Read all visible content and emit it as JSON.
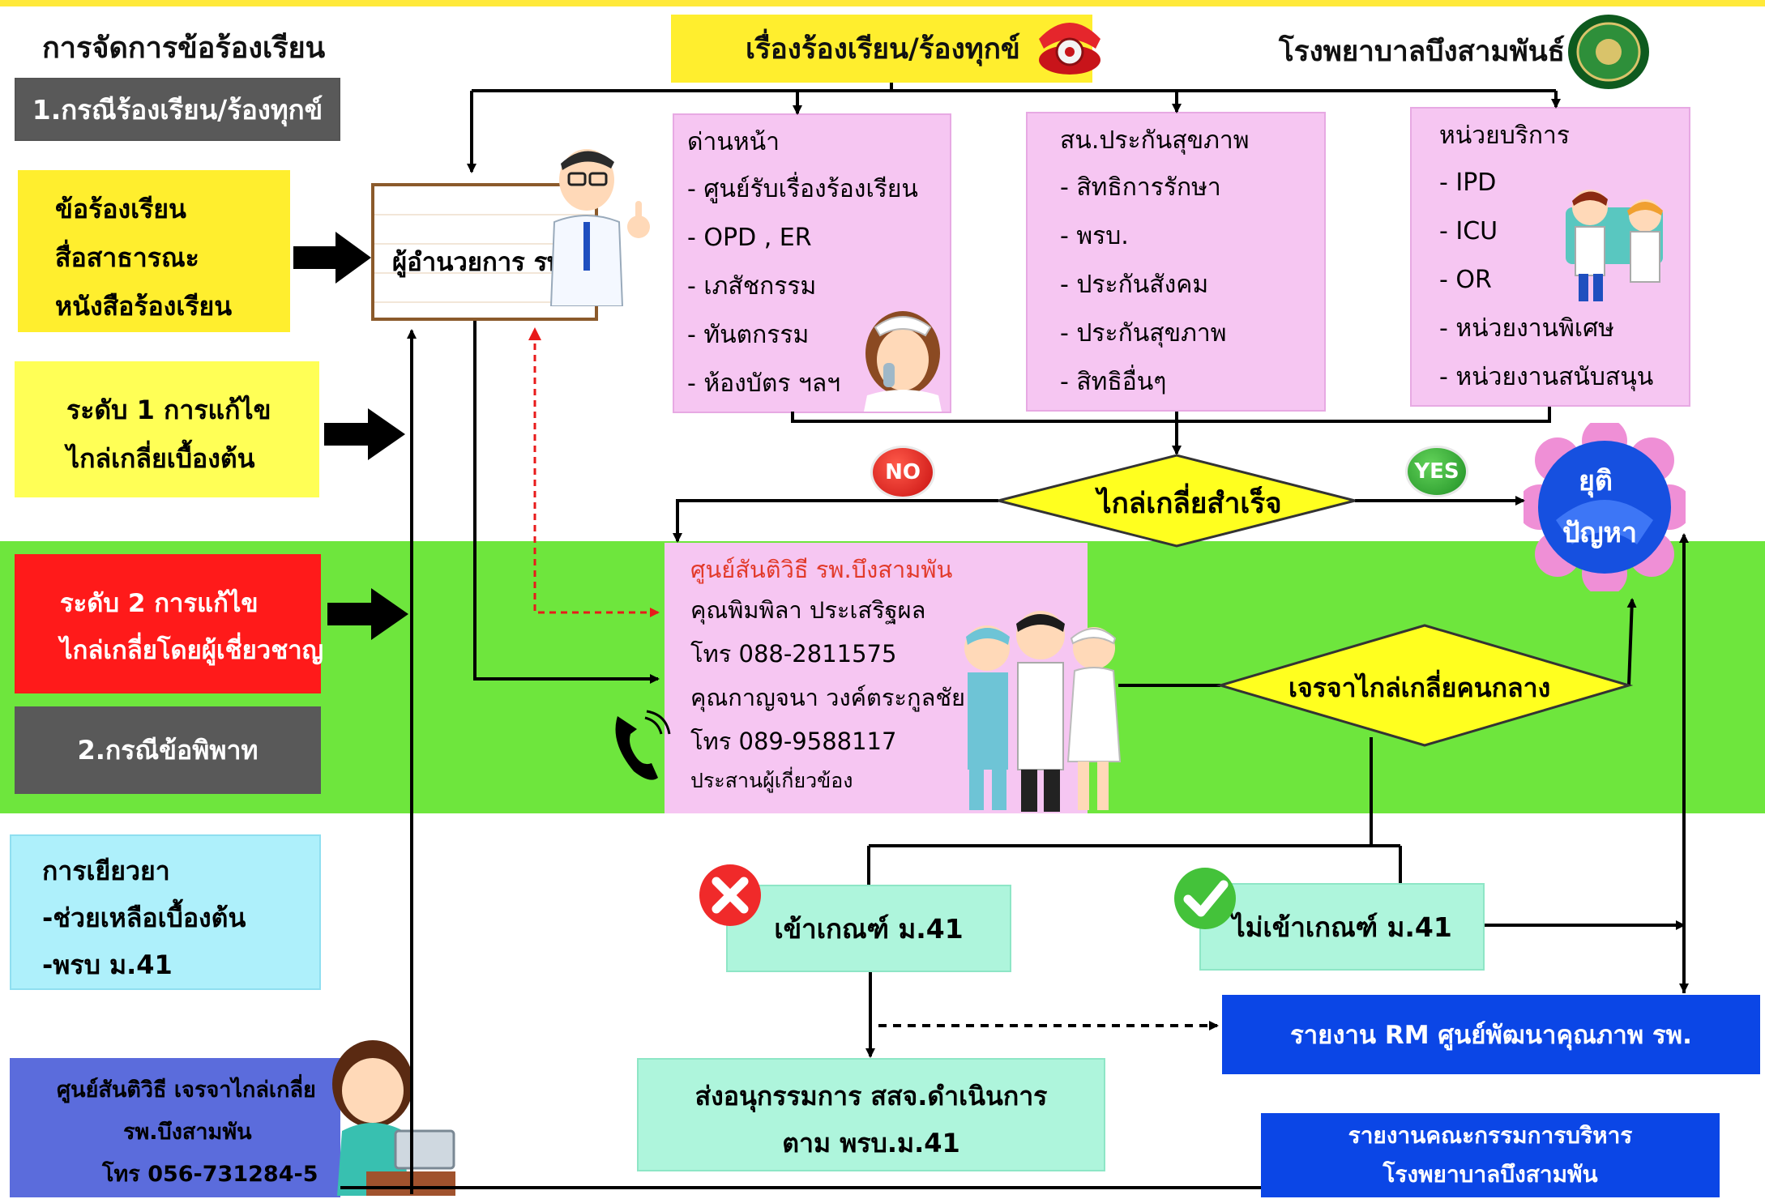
{
  "header": {
    "title": "การจัดการข้อร้องเรียน",
    "case1": "1.กรณีร้องเรียน/ร้องทุกข์",
    "topic": "เรื่องร้องเรียน/ร้องทุกข์",
    "hospital": "โรงพยาบาลบึงสามพันธ์"
  },
  "left": {
    "sources": [
      "ข้อร้องเรียน",
      "สื่อสาธารณะ",
      "หนังสือร้องเรียน"
    ],
    "level1": [
      "ระดับ 1 การแก้ไข",
      "ไกล่เกลี่ยเบื้องต้น"
    ],
    "level2": [
      "ระดับ 2 การแก้ไข",
      "ไกล่เกลี่ยโดยผู้เชี่ยวชาญ"
    ],
    "case2": "2.กรณีข้อพิพาท",
    "remedy": [
      "การเยียวยา",
      "-ช่วยเหลือเบื้องต้น",
      "-พรบ ม.41"
    ],
    "center": [
      "ศูนย์สันติวิธี เจรจาไกล่เกลี่ย",
      "รพ.บึงสามพัน",
      "โทร 056-731284-5"
    ]
  },
  "director": "ผู้อำนวยการ รพ.",
  "columns": [
    {
      "title": "ด่านหน้า",
      "items": [
        "- ศูนย์รับเรื่องร้องเรียน",
        "- OPD , ER",
        "- เภสัชกรรม",
        "- ทันตกรรม",
        "- ห้องบัตร ฯลฯ"
      ]
    },
    {
      "title": "สน.ประกันสุขภาพ",
      "items": [
        "- สิทธิการรักษา",
        "- พรบ.",
        "- ประกันสังคม",
        "- ประกันสุขภาพ",
        "- สิทธิอื่นๆ"
      ]
    },
    {
      "title": "หน่วยบริการ",
      "items": [
        "- IPD",
        "- ICU",
        "- OR",
        "- หน่วยงานพิเศษ",
        "- หน่วยงานสนับสนุน"
      ]
    }
  ],
  "decision": {
    "success": "ไกล่เกลี่ยสำเร็จ",
    "no": "NO",
    "yes": "YES",
    "resolve": [
      "ยุติ",
      "ปัญหา"
    ]
  },
  "peace_center": {
    "title": "ศูนย์สันติวิธี รพ.บึงสามพัน",
    "lines": [
      "คุณพิมพิลา ประเสริฐผล",
      "โทร 088-2811575",
      "คุณกาญจนา วงค์ตระกูลชัย",
      "โทร 089-9588117"
    ],
    "coord": "ประสานผู้เกี่ยวข้อง"
  },
  "mediation": "เจรจาไกล่เกลี่ยคนกลาง",
  "criteria": {
    "in": "เข้าเกณฑ์ ม.41",
    "out": "ไม่เข้าเกณฑ์ ม.41"
  },
  "report_rm": "รายงาน RM ศูนย์พัฒนาคุณภาพ รพ.",
  "send_committee": [
    "ส่งอนุกรรมการ สสจ.ดำเนินการ",
    "ตาม พรบ.ม.41"
  ],
  "report_exec": [
    "รายงานคณะกรรมการบริหาร",
    "โรงพยาบาลบึงสามพัน"
  ],
  "colors": {
    "yellow": "#ffee2e",
    "gray": "#595959",
    "red": "#ff1a1a",
    "pink": "#f6c6f2",
    "green_band": "#6ee63d",
    "cyan": "#aef0fb",
    "blue_box": "#0b46e6",
    "mint": "#aef5dc",
    "periwinkle": "#5b6cdc"
  }
}
